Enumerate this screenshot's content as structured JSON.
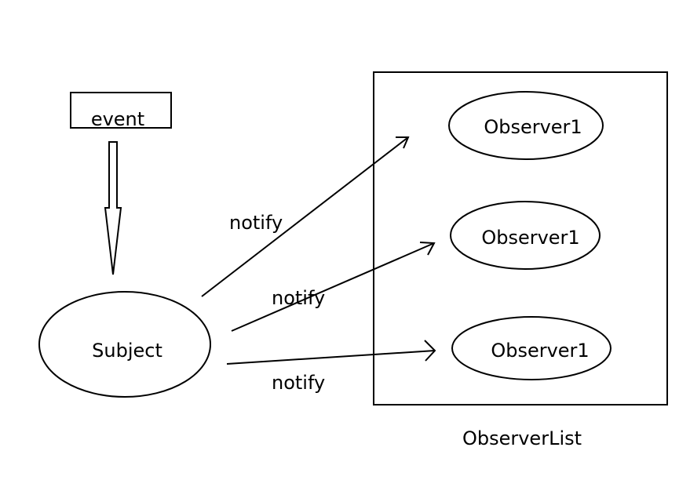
{
  "diagram": {
    "event_label": "event",
    "subject_label": "Subject",
    "observer_list_label": "ObserverList",
    "observers": [
      "Observer1",
      "Observer1",
      "Observer1"
    ],
    "notify_labels": [
      "notify",
      "notify",
      "notify"
    ]
  },
  "colors": {
    "stroke": "#000000",
    "background": "#ffffff"
  }
}
